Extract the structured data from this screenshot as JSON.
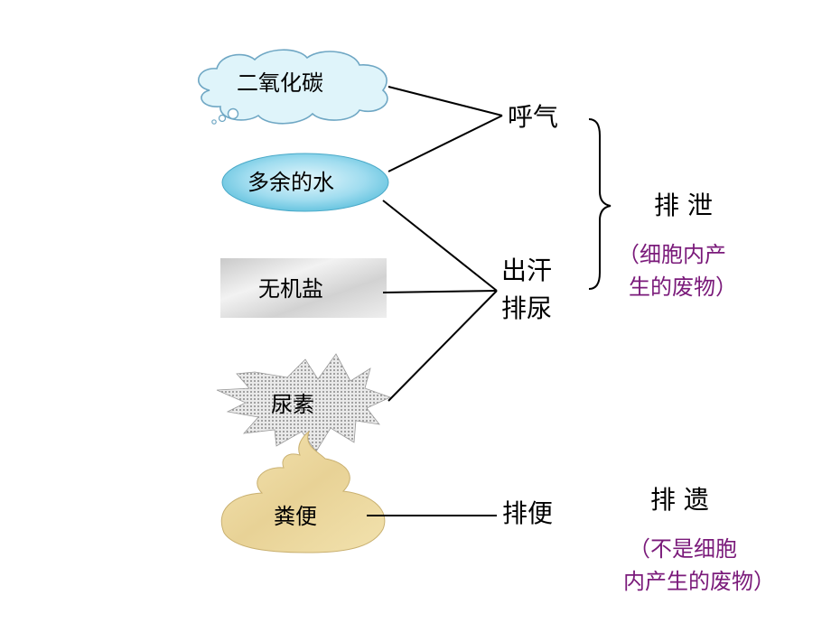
{
  "sources": {
    "co2": "二氧化碳",
    "water": "多余的水",
    "salt": "无机盐",
    "urea": "尿素",
    "feces": "粪便"
  },
  "routes": {
    "breath": "呼气",
    "sweat": "出汗",
    "urine": "排尿",
    "defecate": "排便"
  },
  "categories": {
    "excretion": {
      "title": "排 泄",
      "note_line1": "（细胞内产",
      "note_line2": "生的废物）"
    },
    "egestion": {
      "title": "排 遗",
      "note_line1": "（不是细胞",
      "note_line2": "内产生的废物）"
    }
  },
  "colors": {
    "note": "#7a1a7a",
    "cloud_fill": "#dff4fa",
    "water_fill": "#8fd6ea",
    "salt_fill": "#d8d8d8",
    "urea_fill": "#cfcfcf",
    "feces_fill": "#ecd9a0"
  }
}
